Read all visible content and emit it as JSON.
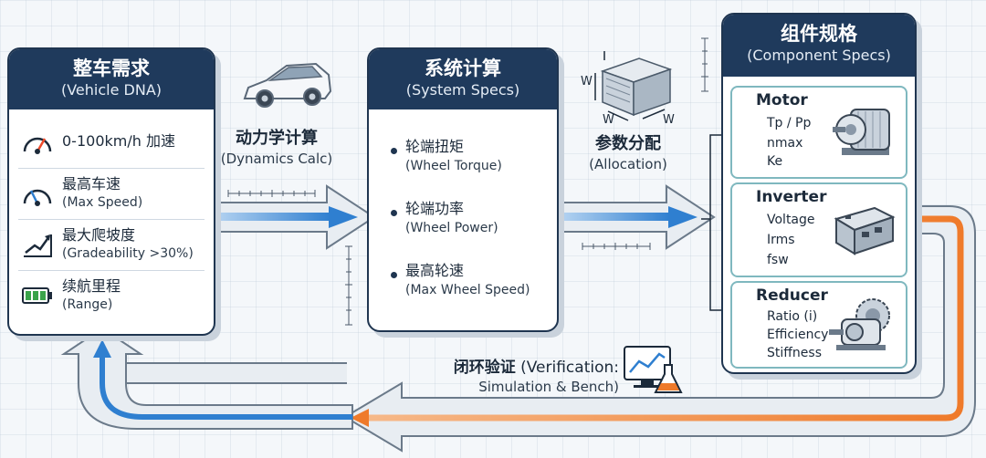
{
  "vehicle": {
    "title_zh": "整车需求",
    "title_en": "(Vehicle DNA)",
    "items": [
      {
        "icon": "speedometer-icon",
        "zh": "0-100km/h 加速",
        "en": ""
      },
      {
        "icon": "gauge-icon",
        "zh": "最高车速",
        "en": "(Max Speed)"
      },
      {
        "icon": "slope-icon",
        "zh": "最大爬坡度",
        "en": "(Gradeability >30%)"
      },
      {
        "icon": "battery-icon",
        "zh": "续航里程",
        "en": "(Range)"
      }
    ]
  },
  "dynamics": {
    "zh": "动力学计算",
    "en": "(Dynamics Calc)"
  },
  "system": {
    "title_zh": "系统计算",
    "title_en": "(System Specs)",
    "items": [
      {
        "zh": "轮端扭矩",
        "en": "(Wheel Torque)"
      },
      {
        "zh": "轮端功率",
        "en": "(Wheel Power)"
      },
      {
        "zh": "最高轮速",
        "en": "(Max Wheel Speed)"
      }
    ]
  },
  "allocation": {
    "zh": "参数分配",
    "en": "(Allocation)",
    "dim_labels": [
      "W",
      "W",
      "W"
    ]
  },
  "component": {
    "title_zh": "组件规格",
    "title_en": "(Component Specs)",
    "motor": {
      "title": "Motor",
      "params": [
        "Tp / Pp",
        "nmax",
        "Ke"
      ]
    },
    "inverter": {
      "title": "Inverter",
      "params": [
        "Voltage",
        "Irms",
        "fsw"
      ]
    },
    "reducer": {
      "title": "Reducer",
      "params": [
        "Ratio (i)",
        "Efficiency",
        "Stiffness"
      ]
    }
  },
  "verification": {
    "zh": "闭环验证",
    "en1": "(Verification:",
    "en2": "Simulation & Bench)"
  },
  "colors": {
    "navy": "#1f3a5c",
    "blue": "#2f7fd0",
    "orange": "#ef7a2a",
    "teal": "#7fb8bf"
  }
}
